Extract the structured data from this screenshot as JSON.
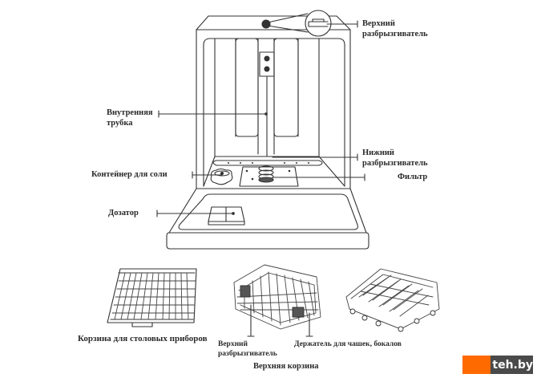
{
  "labels": {
    "upper_spray_arm": [
      "Верхний",
      "разбрызгиватель"
    ],
    "inner_tube": [
      "Внутренняя",
      "трубка"
    ],
    "lower_spray_arm": [
      "Нижний",
      "разбрызгиватель"
    ],
    "filter": "Фильтр",
    "salt_container": "Контейнер для соли",
    "dispenser": "Дозатор",
    "cutlery_basket": "Корзина для столовых приборов",
    "upper_basket_spray_arm": [
      "Верхний",
      "разбрызгиватель"
    ],
    "cup_holder": "Держатель для чашек, бокалов",
    "upper_basket": "Верхняя корзина"
  },
  "watermark": {
    "text": "teh.by",
    "orange": "#ff6a00",
    "gray": "#4a4a4a"
  },
  "colors": {
    "line": "#333333",
    "text": "#2a2a2a"
  }
}
